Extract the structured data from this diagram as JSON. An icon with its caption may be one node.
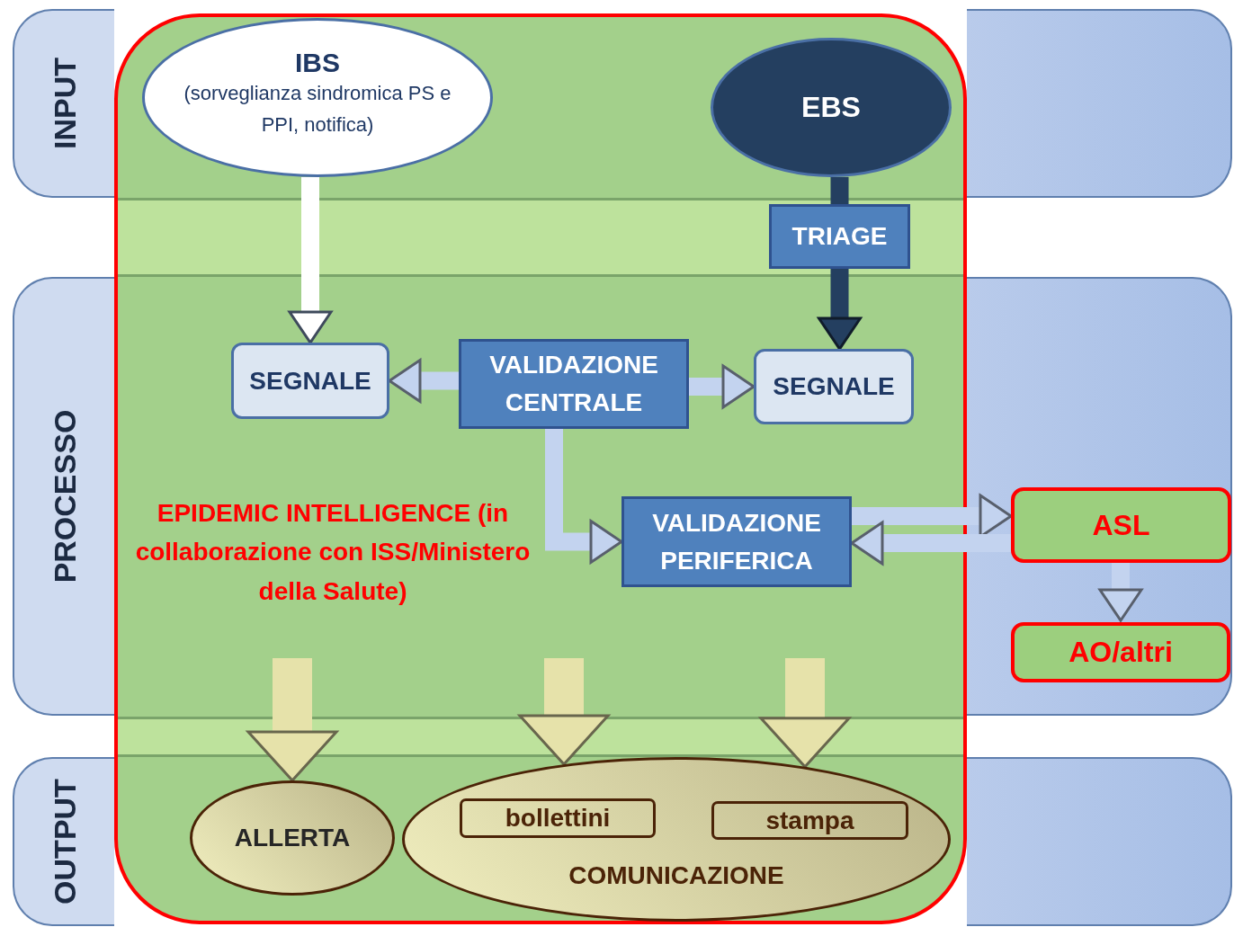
{
  "diagram": {
    "nodes": [
      {
        "text": [
          "INPUT"
        ]
      },
      {
        "text": [
          "PROCESSO"
        ]
      },
      {
        "text": [
          "OUTPUT"
        ]
      },
      {
        "text": [],
        "shape": "band"
      },
      {
        "text": [],
        "shape": "band"
      },
      {
        "text": [],
        "shape": "band"
      },
      {
        "text": [
          "EPIDEMIC INTELLIGENCE (in collaborazione con ISS/Ministero della Salute)"
        ]
      },
      {
        "text": [
          "IBS",
          "(sorveglianza sindromica PS e PPI, notifica)"
        ],
        "in": 6
      },
      {
        "text": [
          "EBS"
        ],
        "in": 6
      },
      {
        "text": [
          "TRIAGE"
        ],
        "in": 6
      },
      {
        "text": [
          "SEGNALE"
        ],
        "in": 6
      },
      {
        "text": [
          "VALIDAZIONE CENTRALE"
        ],
        "in": 6
      },
      {
        "text": [
          "SEGNALE"
        ],
        "in": 6
      },
      {
        "text": [
          "VALIDAZIONE PERIFERICA"
        ],
        "in": 6
      },
      {
        "text": [
          "ASL"
        ],
        "in": 4
      },
      {
        "text": [
          "AO/altri"
        ],
        "in": 4
      },
      {
        "text": [
          "ALLERTA"
        ],
        "in": 6
      },
      {
        "text": [
          "COMUNICAZIONE"
        ],
        "in": 6
      },
      {
        "text": [
          "bollettini"
        ],
        "in": 17
      },
      {
        "text": [
          "stampa"
        ],
        "in": 17
      }
    ],
    "edges": [
      {
        "from": 7,
        "to": 10,
        "arrow": "to",
        "color": "#ffffff"
      },
      {
        "from": 8,
        "to": 9,
        "arrow": "none",
        "color": "#243f60"
      },
      {
        "from": 9,
        "to": 12,
        "arrow": "to",
        "color": "#243f60"
      },
      {
        "from": 11,
        "to": 10,
        "arrow": "to"
      },
      {
        "from": 11,
        "to": 12,
        "arrow": "to"
      },
      {
        "from": 11,
        "to": 13,
        "arrow": "to"
      },
      {
        "from": 13,
        "to": 14,
        "arrow": "to"
      },
      {
        "from": 14,
        "to": 13,
        "arrow": "to"
      },
      {
        "from": 14,
        "to": 15,
        "arrow": "to"
      },
      {
        "from": null,
        "to": 16,
        "arrow": "to",
        "style": "thick",
        "color": "#e6e2aa"
      },
      {
        "from": null,
        "to": 17,
        "arrow": "to",
        "style": "thick",
        "color": "#e6e2aa"
      },
      {
        "from": null,
        "to": 17,
        "arrow": "to",
        "style": "thick",
        "color": "#e6e2aa"
      }
    ]
  }
}
